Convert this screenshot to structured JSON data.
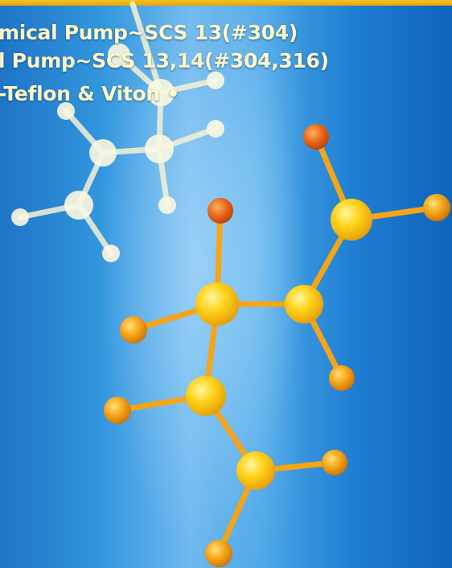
{
  "banner": {
    "lines": [
      "mical Pump~SCS 13(#304)",
      "l Pump~SCS 13,14(#304,316)",
      "-Teflon & Viton •"
    ]
  },
  "colors": {
    "background_blue": "#2f8fd6",
    "banner_yellow": "#f4c21e",
    "text_cream": "#fff8c9",
    "atom_yellow": "#ffd21a",
    "atom_orange": "#f5a516",
    "atom_red_orange": "#e86417",
    "ghost_molecule": "#f7f3d2"
  },
  "illustration": {
    "subject": "molecule-illustration"
  }
}
